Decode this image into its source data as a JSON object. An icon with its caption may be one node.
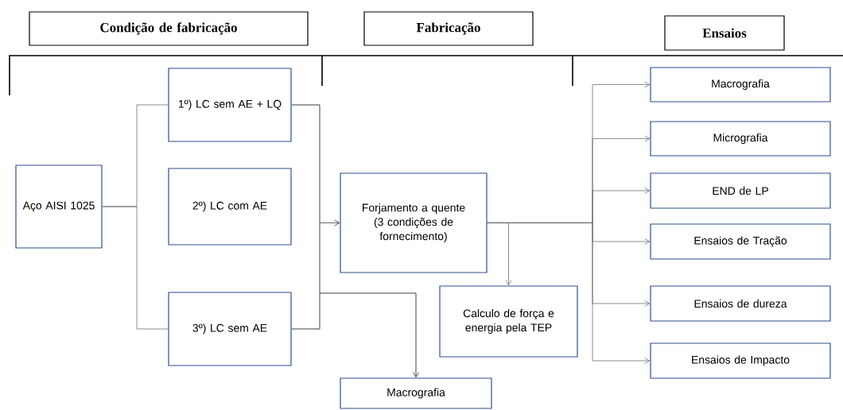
{
  "diagram": {
    "nodes": [
      {
        "text": [
          "Condição de fabricação"
        ]
      },
      {
        "text": [
          "Fabricação"
        ]
      },
      {
        "text": [
          "Ensaios"
        ]
      },
      {
        "text": [
          "Aço AISI 1025"
        ]
      },
      {
        "text": [
          "1º) LC sem AE + LQ"
        ]
      },
      {
        "text": [
          "2º) LC com AE"
        ]
      },
      {
        "text": [
          "3º) LC sem AE"
        ]
      },
      {
        "text": [
          "Forjamento a quente (3 condições de fornecimento)"
        ]
      },
      {
        "text": [
          "Calculo de força e energia pela TEP"
        ]
      },
      {
        "text": [
          "Macrografia"
        ]
      },
      {
        "text": [
          "Macrografia"
        ]
      },
      {
        "text": [
          "Micrografia"
        ]
      },
      {
        "text": [
          "END de LP"
        ]
      },
      {
        "text": [
          "Ensaios de Tração"
        ]
      },
      {
        "text": [
          "Ensaios de dureza"
        ]
      },
      {
        "text": [
          "Ensaios de Impacto"
        ]
      }
    ],
    "edges": [
      {
        "from": 3,
        "to": 4,
        "arrow": "none"
      },
      {
        "from": 3,
        "to": 6,
        "arrow": "none"
      },
      {
        "from": 4,
        "to": 7,
        "arrow": "to"
      },
      {
        "from": 6,
        "to": 7,
        "arrow": "to"
      },
      {
        "from": 4,
        "to": 9,
        "arrow": "to"
      },
      {
        "from": 6,
        "to": 9,
        "arrow": "to"
      },
      {
        "from": 7,
        "to": 8,
        "arrow": "to"
      },
      {
        "from": 7,
        "to": 10,
        "arrow": "to"
      },
      {
        "from": 7,
        "to": 11,
        "arrow": "to"
      },
      {
        "from": 7,
        "to": 12,
        "arrow": "to"
      },
      {
        "from": 7,
        "to": 13,
        "arrow": "to"
      },
      {
        "from": 7,
        "to": 14,
        "arrow": "to"
      },
      {
        "from": 7,
        "to": 15,
        "arrow": "to"
      }
    ]
  }
}
